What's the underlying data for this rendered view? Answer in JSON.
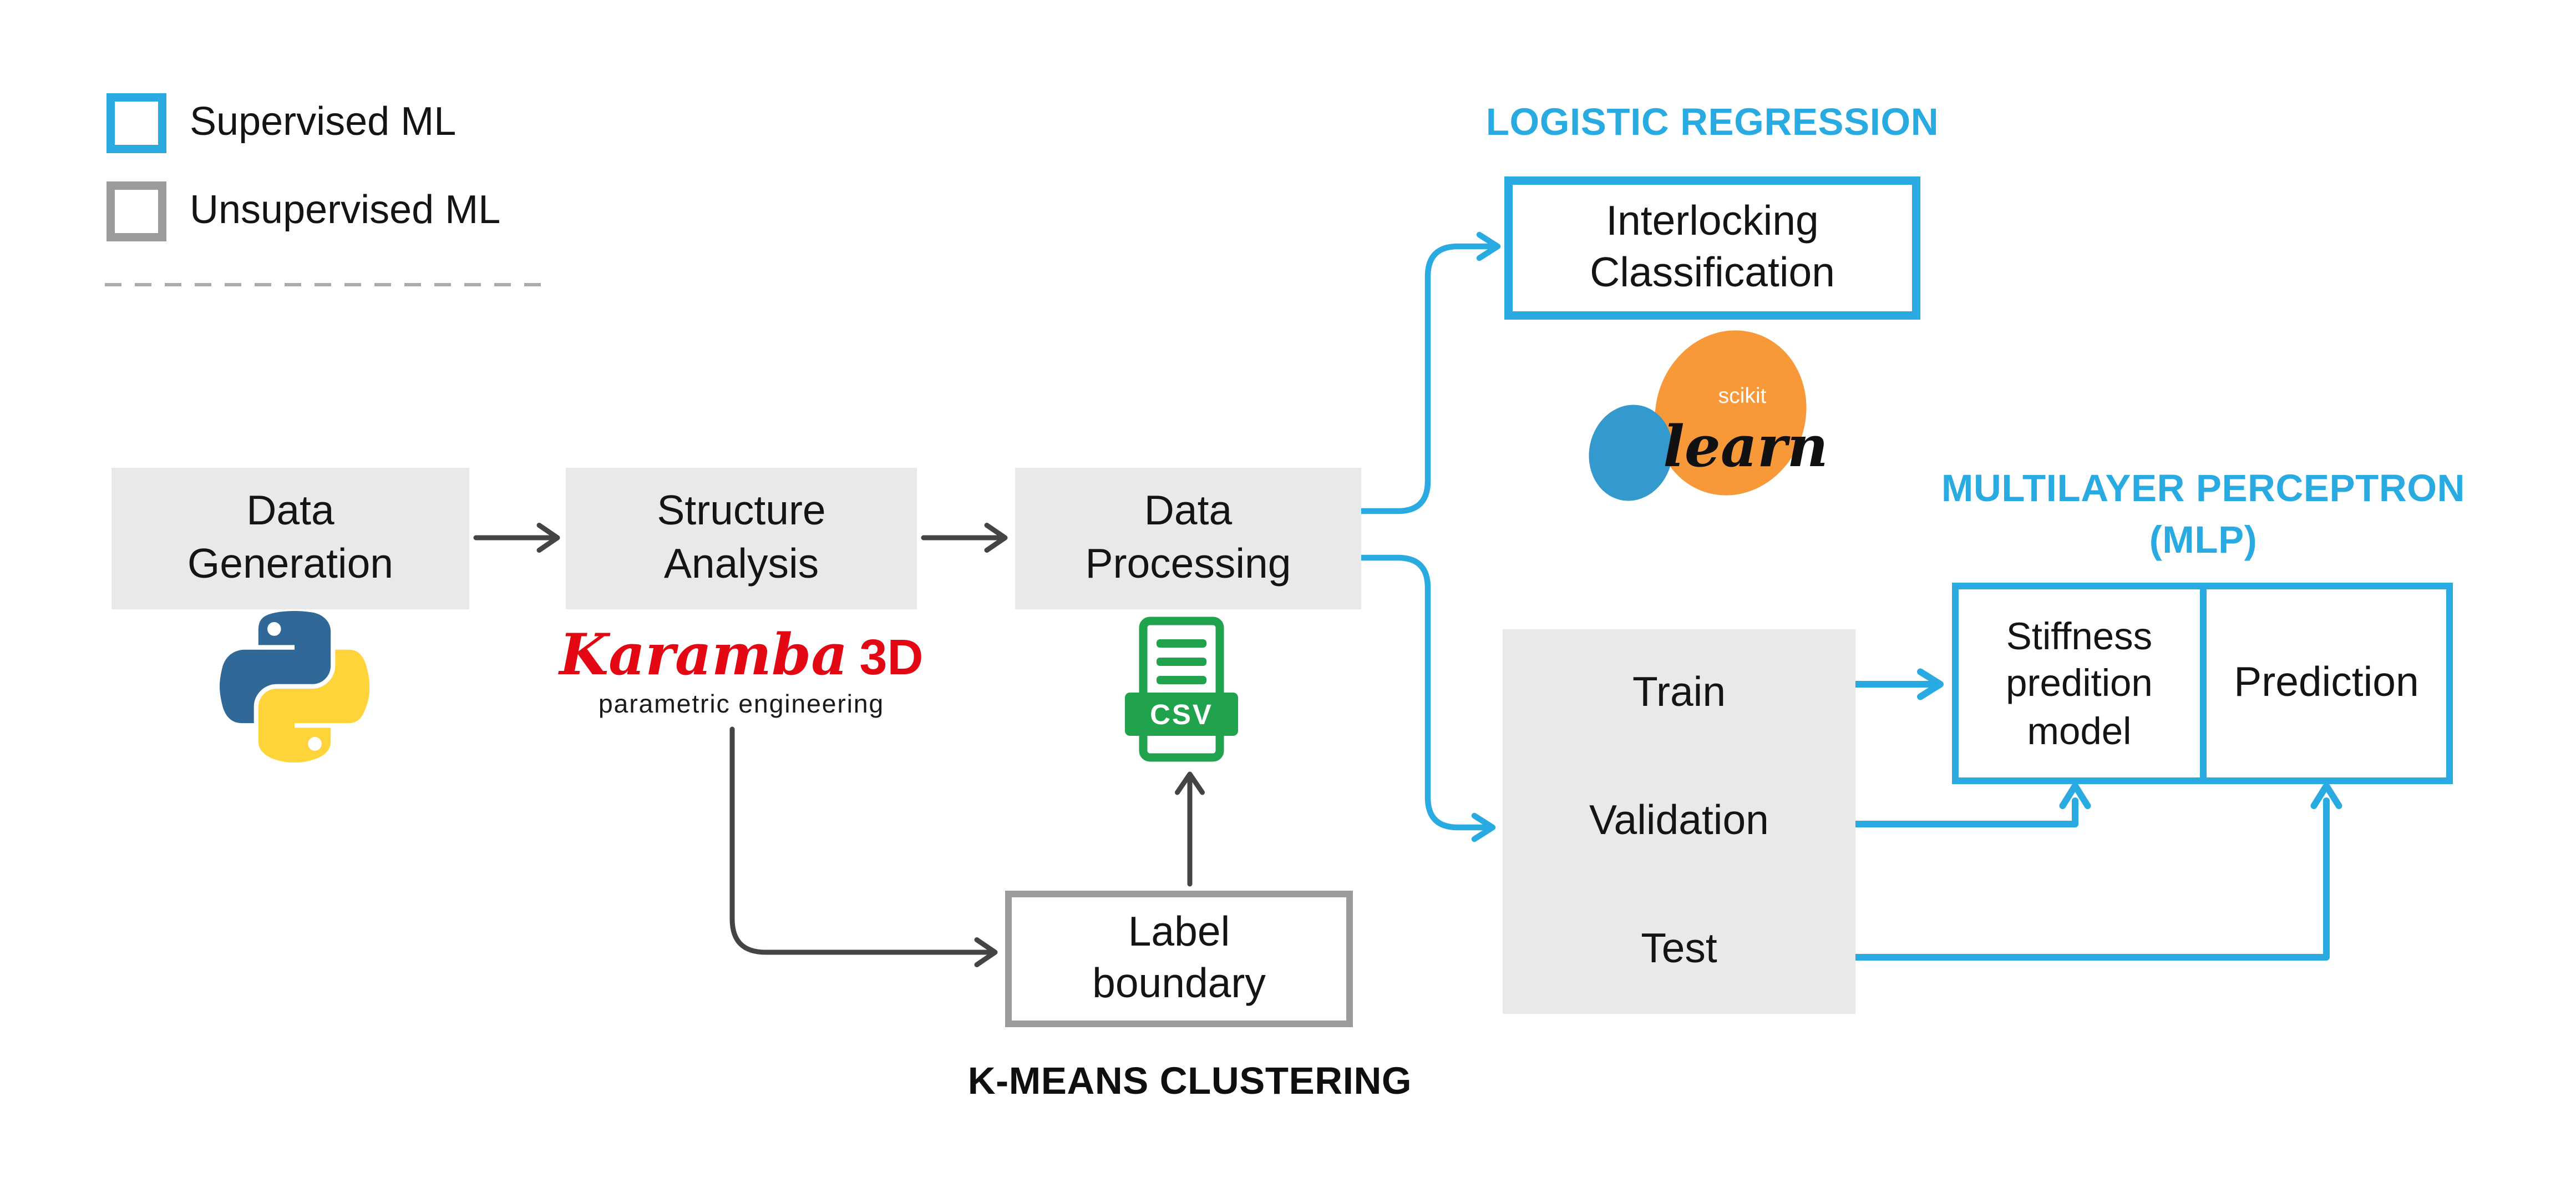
{
  "colors": {
    "accent_blue": "#29ABE2",
    "box_gray_fill": "#E8E9EA",
    "gray_border": "#9B9B9B",
    "arrow_dark": "#444444",
    "karamba_red": "#E30613",
    "csv_green": "#21A24D",
    "python_blue": "#306998",
    "python_yellow": "#FFD43B",
    "sklearn_orange": "#F89939",
    "sklearn_blue": "#3499CD"
  },
  "legend": {
    "supervised_label": "Supervised ML",
    "unsupervised_label": "Unsupervised ML"
  },
  "flow": {
    "data_generation": "Data\nGeneration",
    "structure_analysis": "Structure\nAnalysis",
    "data_processing": "Data\nProcessing"
  },
  "karamba": {
    "name": "Karamba",
    "suffix": "3D",
    "tagline": "parametric engineering"
  },
  "csv": {
    "label": "CSV"
  },
  "sklearn": {
    "scikit": "scikit",
    "learn": "learn"
  },
  "logistic": {
    "heading": "LOGISTIC REGRESSION",
    "box": "Interlocking\nClassification"
  },
  "mlp": {
    "heading": "MULTILAYER PERCEPTRON",
    "subheading": "(MLP)",
    "stiffness_box": "Stiffness\npredition\nmodel",
    "prediction_box": "Prediction"
  },
  "split": {
    "train": "Train",
    "validation": "Validation",
    "test": "Test"
  },
  "kmeans": {
    "label_boundary": "Label\nboundary",
    "heading": "K-MEANS CLUSTERING"
  }
}
